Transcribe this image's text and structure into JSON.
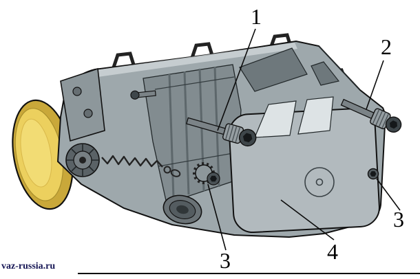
{
  "diagram": {
    "callouts": [
      {
        "label": "1"
      },
      {
        "label": "2"
      },
      {
        "label": "3"
      },
      {
        "label": "3"
      },
      {
        "label": "4"
      }
    ]
  },
  "watermark": {
    "text": "vaz-russia.ru"
  },
  "colors": {
    "background": "#ffffff",
    "housing": "#9ea8ac",
    "housing_dark": "#828c90",
    "cover": "#b2babe",
    "cover_light": "#dde3e5",
    "lens_outer": "#c9a83a",
    "lens_inner": "#ecd05e",
    "outline": "#111111",
    "callout_text": "#000000",
    "watermark_text": "#161655"
  }
}
